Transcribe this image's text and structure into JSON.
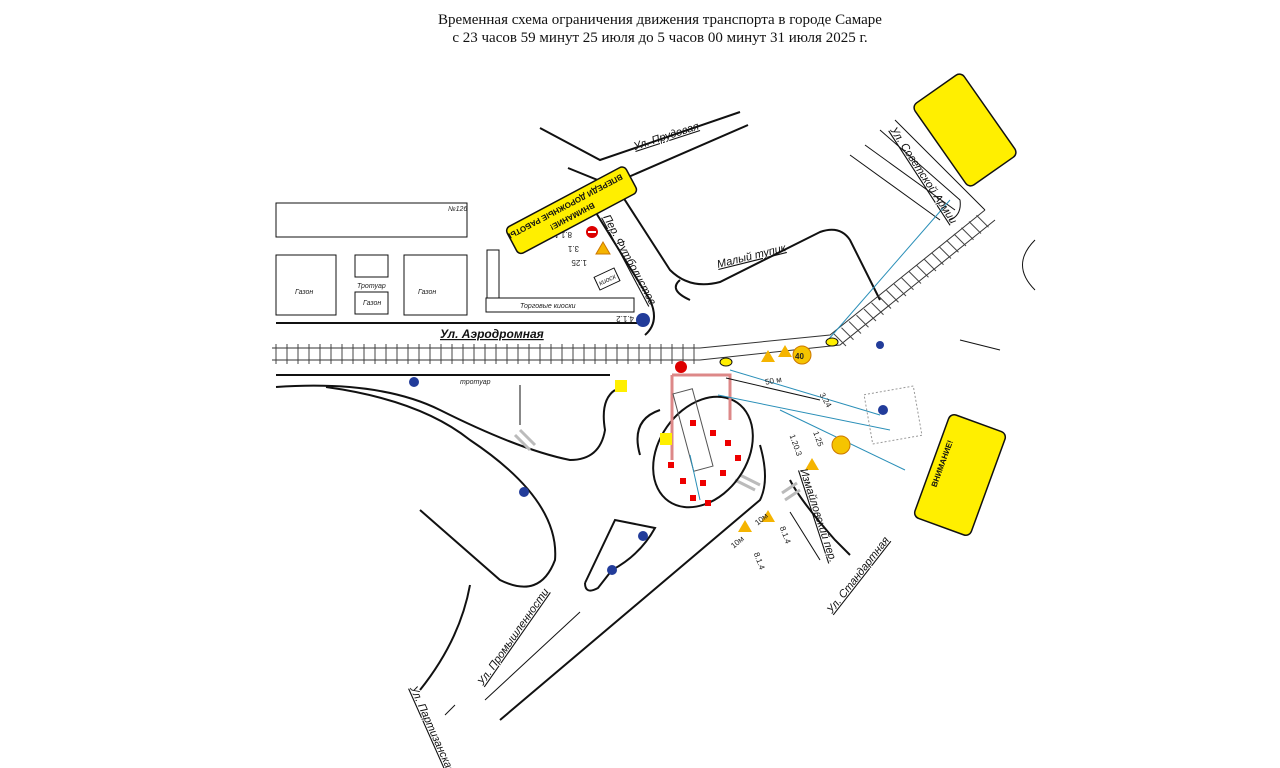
{
  "header": {
    "title_line1": "Временная схема ограничения движения транспорта в городе Самаре",
    "title_line2": "с 23 часов 59 минут 25 июля до 5 часов 00 минут 31 июля 2025 г."
  },
  "streets": {
    "prudovaya": "Ул. Прудовая",
    "futbolistov": "Пер. Футболистов",
    "maly_tupik": "Малый тупик",
    "sovetskoy_armii": "Ул. Советской Армии",
    "aerodromnaya": "Ул. Аэродромная",
    "izmaylovsky": "Измайловский пер.",
    "standartnaya": "Ул. Стандартная",
    "promyshlennosti": "Ул. Промышленности",
    "partizanskaya": "Ул. Партизанская"
  },
  "objects": {
    "building": "№126",
    "lawn1": "Газон",
    "sidewalk_label": "Тротуар",
    "lawn2": "Газон",
    "lawn3": "Газон",
    "kiosks": "Торговые киоски",
    "sidewalk": "тротуар",
    "kiosk_small": "киоск"
  },
  "boards": {
    "top_left_line1": "ВНИМАНИЕ!",
    "top_left_line2": "ВПЕРЕДИ ДОРОЖНЫЕ РАБОТЫ",
    "right_heading": "ВНИМАНИЕ!"
  },
  "signs": {
    "s31": "3.1",
    "s125": "1.25",
    "s811": "8.1.1",
    "s412": "4.1.2",
    "dist50": "50 м",
    "s324": "3.24",
    "s1203": "1.20.3",
    "s814a": "8.1.4",
    "s814b": "8.1.4",
    "d10a": "10м",
    "d10b": "10м",
    "s125b": "1.25",
    "speed": "40"
  }
}
